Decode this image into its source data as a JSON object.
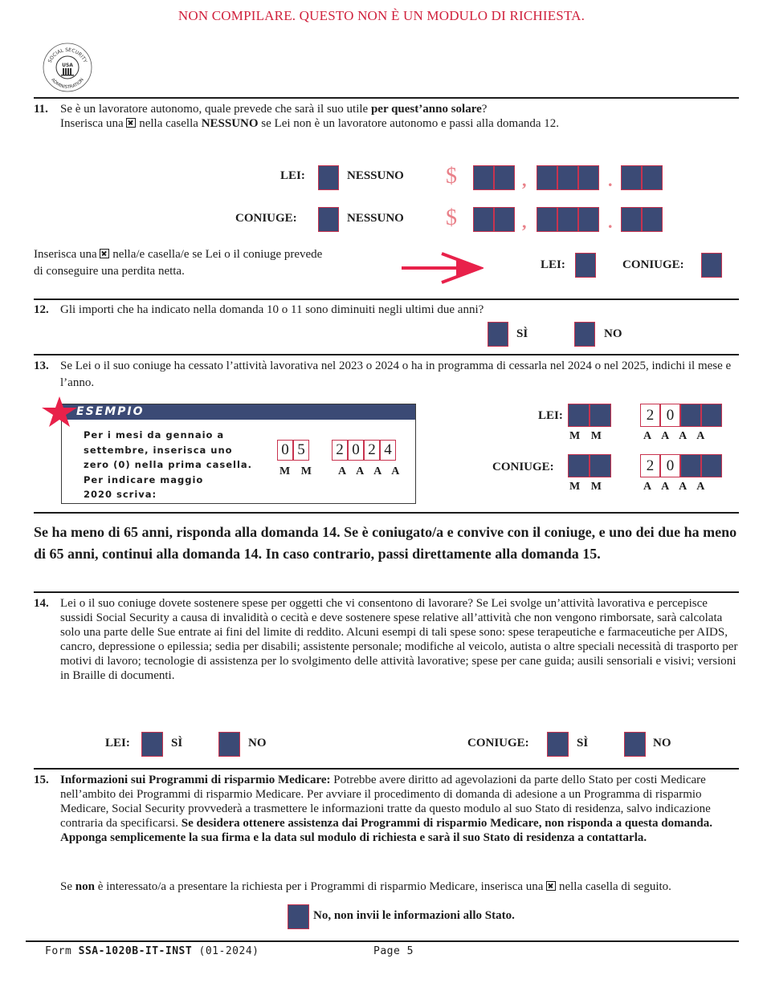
{
  "header": {
    "warning": "NON COMPILARE. QUESTO NON È UN MODULO DI RICHIESTA."
  },
  "logo": {
    "top_text": "SOCIAL SECURITY",
    "center_text": "USA",
    "bottom_text": "ADMINISTRATION"
  },
  "q11": {
    "number": "11.",
    "line1_prefix": "Se è un lavoratore autonomo, quale prevede che sarà il suo utile ",
    "line1_bold": "per quest’anno solare",
    "line1_suffix": "?",
    "line2_prefix": "Inserisca una ",
    "line2_mid": " nella casella ",
    "line2_bold": "NESSUNO",
    "line2_suffix": " se Lei non è un lavoratore autonomo e passi alla domanda 12.",
    "lei_label": "LEI:",
    "coniuge_label": "CONIUGE:",
    "nessuno_label": "NESSUNO",
    "dollar": "$",
    "comma": ",",
    "dot": ".",
    "loss_line1_prefix": "Inserisca una ",
    "loss_line1_suffix": " nella/e casella/e se Lei o il coniuge prevede",
    "loss_line2": "di conseguire una perdita netta.",
    "loss_lei": "LEI:",
    "loss_coniuge": "CONIUGE:"
  },
  "q12": {
    "number": "12.",
    "text": "Gli importi che ha indicato nella domanda 10 o 11 sono diminuiti negli ultimi due anni?",
    "yes": "SÌ",
    "no": "NO"
  },
  "q13": {
    "number": "13.",
    "text": "Se Lei o il suo coniuge ha cessato l’attività lavorativa nel 2023 o 2024 o ha in programma di cessarla nel 2024 o nel 2025, indichi il mese e l’anno.",
    "example_title": "ESEMPIO",
    "example_text": "Per i mesi da gennaio a\nsettembre, inserisca uno\nzero (0) nella prima casella.\nPer indicare maggio\n2020 scriva:",
    "example_digits": [
      "0",
      "5",
      "2",
      "0",
      "2",
      "4"
    ],
    "mm": "M M",
    "aaaa": "A A A A",
    "lei_label": "LEI:",
    "coniuge_label": "CONIUGE:",
    "year_prefix": [
      "2",
      "0"
    ]
  },
  "instruction": "Se ha meno di 65 anni, risponda alla domanda 14. Se è coniugato/a e convive con il coniuge, e uno dei due ha meno di 65 anni, continui alla domanda 14. In caso contrario, passi direttamente alla domanda 15.",
  "q14": {
    "number": "14.",
    "text": "Lei o il suo coniuge dovete sostenere spese per oggetti che vi consentono di lavorare? Se Lei svolge un’attività lavorativa e percepisce sussidi Social Security a causa di invalidità o cecità e deve sostenere spese relative all’attività che non vengono rimborsate, sarà calcolata solo una parte delle Sue entrate ai fini del limite di reddito. Alcuni esempi di tali spese sono: spese terapeutiche e farmaceutiche per AIDS, cancro, depressione o epilessia; sedia per disabili; assistente personale; modifiche al veicolo, autista o altre speciali necessità di trasporto per motivi di lavoro; tecnologie di assistenza per lo svolgimento delle attività lavorative; spese per cane guida; ausili sensoriali e visivi; versioni in Braille di documenti.",
    "lei_label": "LEI:",
    "coniuge_label": "CONIUGE:",
    "yes": "SÌ",
    "no": "NO"
  },
  "q15": {
    "number": "15.",
    "title": "Informazioni sui Programmi di risparmio Medicare:",
    "text": " Potrebbe avere diritto ad agevolazioni da parte dello Stato per costi Medicare nell’ambito dei Programmi di risparmio Medicare. Per avviare il procedimento di domanda di adesione a un Programma di risparmio Medicare, Social Security provvederà a trasmettere le informazioni tratte da questo modulo al suo Stato di residenza, salvo indicazione contraria da specificarsi. ",
    "bold_text": "Se desidera ottenere assistenza dai Programmi di risparmio Medicare, non risponda a questa domanda. Apponga semplicemente la sua firma e la data sul modulo di richiesta e sarà il suo Stato di residenza a contattarla.",
    "opt_prefix": "Se ",
    "opt_bold": "non",
    "opt_mid": " è interessato/a a presentare la richiesta per i Programmi di risparmio Medicare, inserisca una ",
    "opt_suffix": " nella casella di seguito.",
    "no_send": "No, non invii le informazioni allo Stato."
  },
  "footer": {
    "form_label": "Form ",
    "form_id": "SSA-1020B-IT-INST",
    "form_date": " (01-2024)",
    "page": "Page 5"
  }
}
